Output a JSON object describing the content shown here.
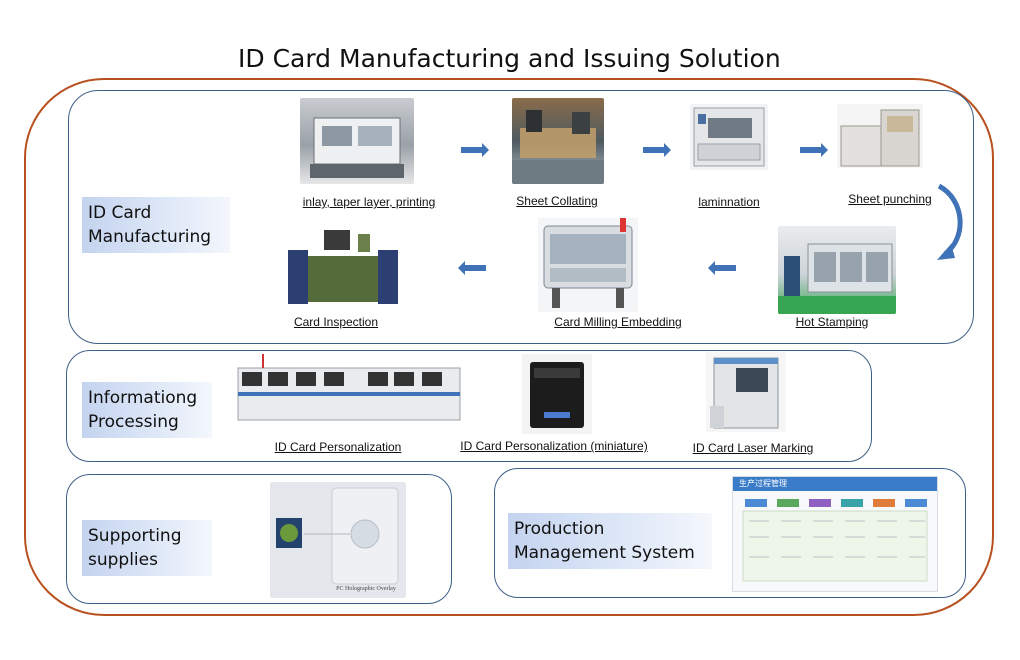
{
  "title": "ID Card Manufacturing and Issuing Solution",
  "sections": {
    "manufacturing": {
      "label": "ID Card\nManufacturing",
      "steps": [
        "inlay, taper layer, printing",
        "Sheet Collating",
        "laminnation",
        "Sheet punching",
        "Hot Stamping",
        "Card Milling Embedding",
        "Card  Inspection"
      ]
    },
    "processing": {
      "label": "Informationg\n Processing",
      "items": [
        "ID Card Personalization",
        "ID Card Personalization (miniature)",
        "ID Card Laser Marking"
      ]
    },
    "supplies": {
      "label": "Supporting\nsupplies",
      "image_caption": "PC Holographic Overlay"
    },
    "pms": {
      "label": "Production\nManagement System",
      "screenshot_title": "生产过程管理"
    }
  },
  "colors": {
    "outer_border": "#b8501f",
    "panel_border": "#3e5f86",
    "arrow": "#3f72b6",
    "label_bg": "#c4d3ef"
  }
}
